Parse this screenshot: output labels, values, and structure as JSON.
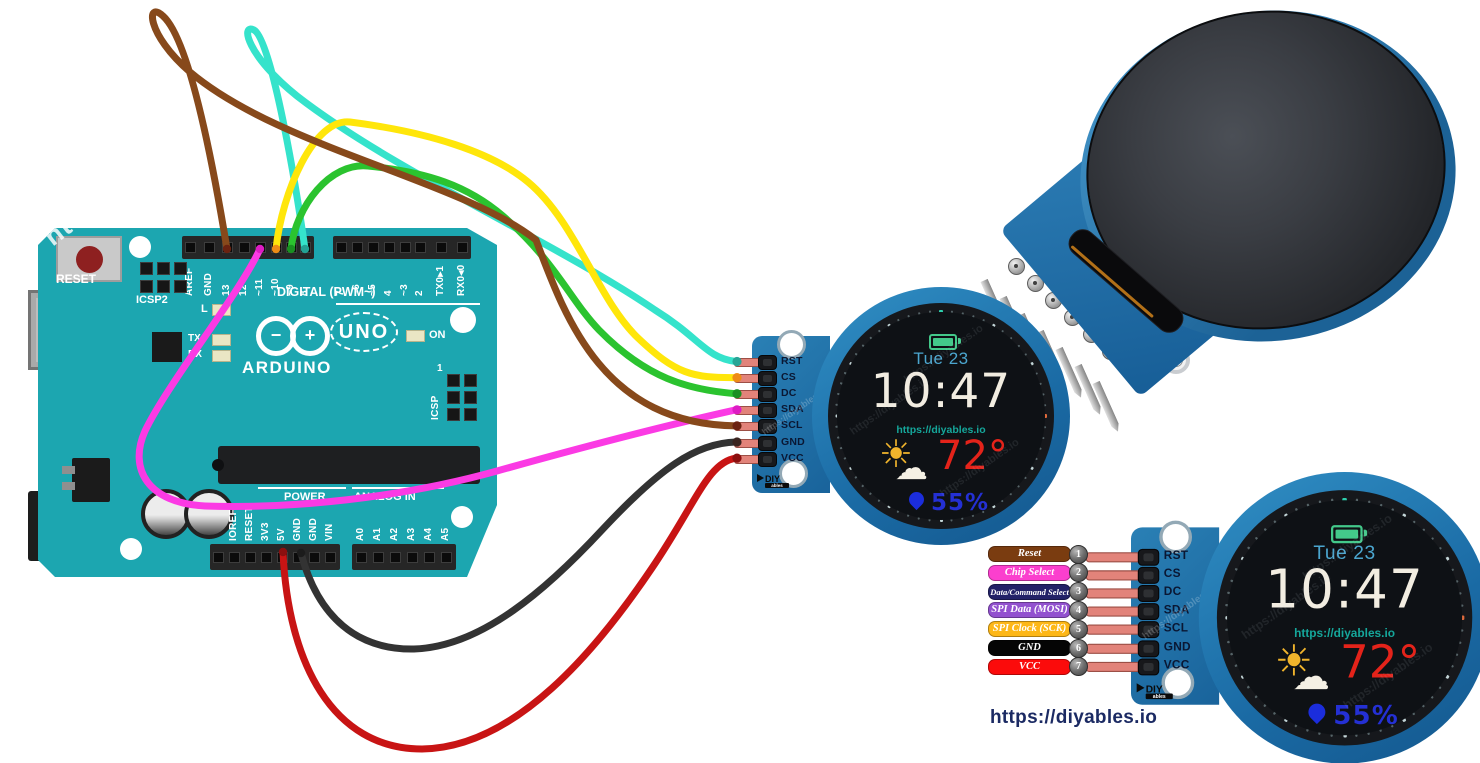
{
  "branding": {
    "site_url": "https://diyables.io",
    "logo_text": "DIY",
    "logo_sub": "ables"
  },
  "arduino": {
    "board_color": "#1ca6b0",
    "reset_label": "RESET",
    "icsp2_label": "ICSP2",
    "icsp_label": "ICSP",
    "icsp_pin1": "1",
    "led_l": "L",
    "led_tx": "TX",
    "led_rx": "RX",
    "on_label": "ON",
    "brand": "ARDUINO",
    "model": "UNO",
    "minus_glyph": "−",
    "plus_glyph": "+",
    "digital_label": "DIGITAL (PWM~)",
    "power_label": "POWER",
    "analog_label": "ANALOG IN",
    "digital_pins_left": [
      "AREF",
      "GND",
      "13",
      "12",
      "~11",
      "~10",
      "~9",
      "8"
    ],
    "digital_pins_right": [
      "7",
      "~6",
      "~5",
      "4",
      "~3",
      "2",
      "TX0▸1",
      "RX0◂0"
    ],
    "power_pins": [
      "IOREF",
      "RESET",
      "3V3",
      "5V",
      "GND",
      "GND",
      "VIN"
    ],
    "analog_pins": [
      "A0",
      "A1",
      "A2",
      "A3",
      "A4",
      "A5"
    ]
  },
  "display_module": {
    "pins": [
      "RST",
      "CS",
      "DC",
      "SDA",
      "SCL",
      "GND",
      "VCC"
    ],
    "watch": {
      "battery_icon": "battery-full",
      "date": "Tue 23",
      "time": "10:47",
      "url": "https://diyables.io",
      "weather_icon": "sun-cloud",
      "temperature": "72°",
      "humidity_icon": "water-drop",
      "humidity": "55%"
    }
  },
  "photo_module": {
    "pins": [
      "RST",
      "CS",
      "DC",
      "SDA",
      "SCL",
      "GND",
      "VCC"
    ]
  },
  "legend": {
    "rows": [
      {
        "num": "1",
        "label": "Reset",
        "color": "#7a3c10"
      },
      {
        "num": "2",
        "label": "Chip Select",
        "color": "#fb3fce"
      },
      {
        "num": "3",
        "label": "Data/Command Select",
        "color": "#232268"
      },
      {
        "num": "4",
        "label": "SPI Data (MOSI)",
        "color": "#9251cf"
      },
      {
        "num": "5",
        "label": "SPI Clock (SCK)",
        "color": "#fdb717"
      },
      {
        "num": "6",
        "label": "GND",
        "color": "#050505"
      },
      {
        "num": "7",
        "label": "VCC",
        "color": "#fb0b0b"
      }
    ]
  },
  "wires": [
    {
      "signal": "RST",
      "arduino_pin": "8",
      "color": "#35e3cb",
      "tip": "#27a596"
    },
    {
      "signal": "CS",
      "arduino_pin": "~10",
      "color": "#ffe60a",
      "tip": "#ee8b16"
    },
    {
      "signal": "DC",
      "arduino_pin": "~9",
      "color": "#2bc32f",
      "tip": "#1a8f22"
    },
    {
      "signal": "SDA",
      "arduino_pin": "~11",
      "color": "#fb3ae4",
      "tip": "#de1cc4"
    },
    {
      "signal": "SCL",
      "arduino_pin": "13",
      "color": "#87491b",
      "tip": "#6b2210"
    },
    {
      "signal": "GND",
      "arduino_pin": "GND",
      "color": "#333333",
      "tip": "#3a2420"
    },
    {
      "signal": "VCC",
      "arduino_pin": "5V",
      "color": "#c81414",
      "tip": "#8c0f0f"
    }
  ]
}
